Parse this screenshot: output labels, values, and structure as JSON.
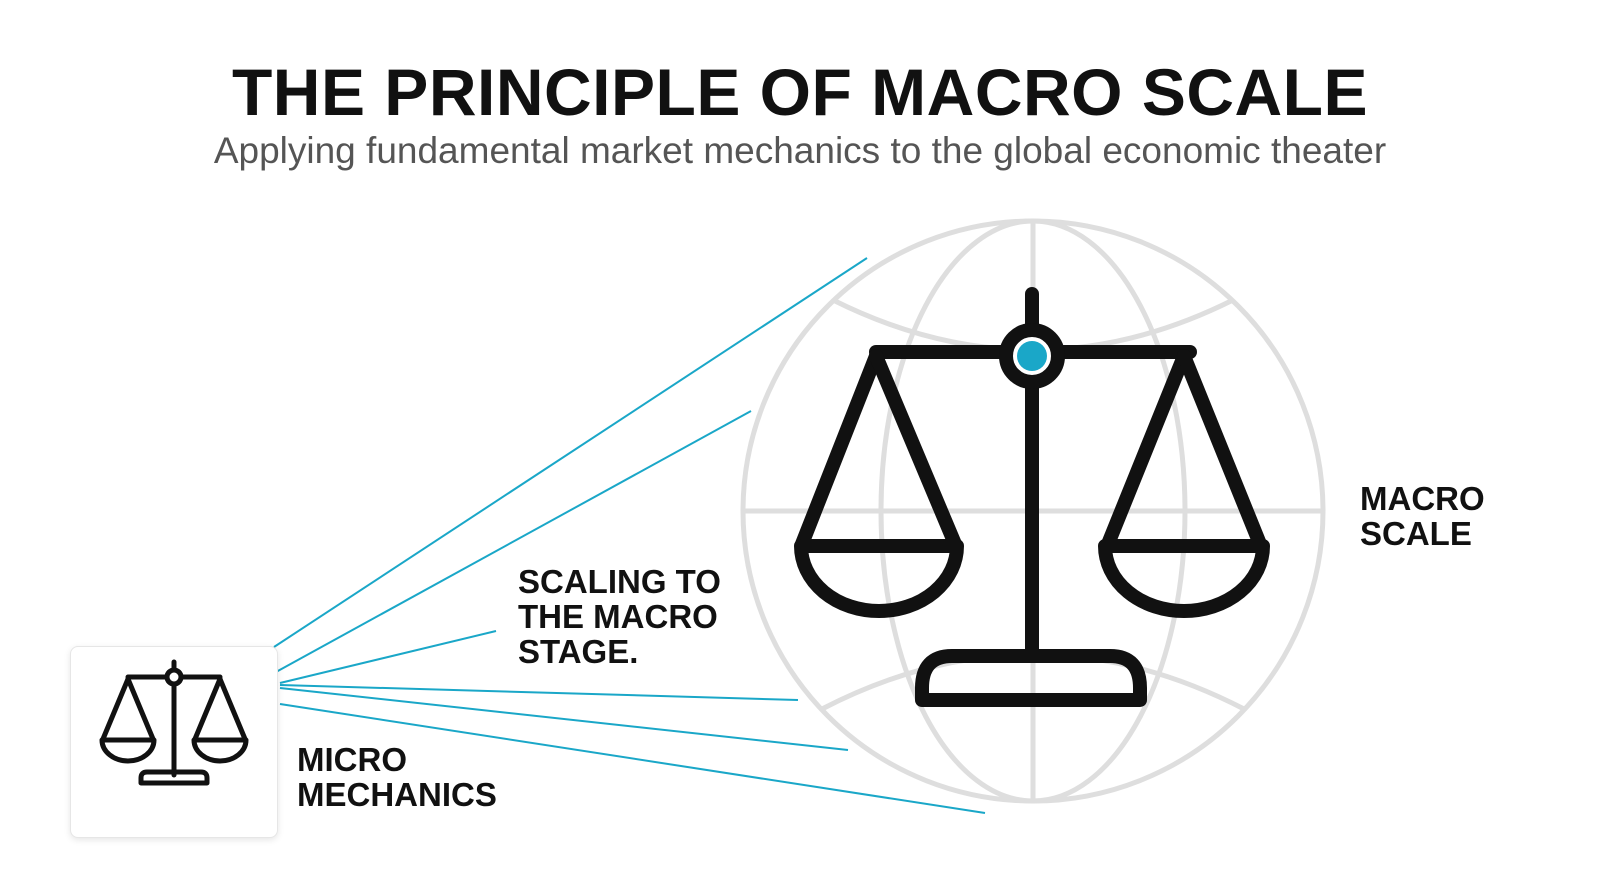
{
  "header": {
    "title": "THE PRINCIPLE OF MACRO SCALE",
    "subtitle": "Applying fundamental market mechanics to the global economic theater"
  },
  "labels": {
    "scaling": [
      "SCALING TO",
      "THE MACRO",
      "STAGE."
    ],
    "macro": [
      "MACRO",
      "SCALE"
    ],
    "micro": [
      "MICRO",
      "MECHANICS"
    ]
  },
  "icons": {
    "large": "balance-scale-icon",
    "small": "balance-scale-icon",
    "background": "globe-icon"
  },
  "colors": {
    "accent": "#1AA7C8",
    "ink": "#111111",
    "globe": "#DEDEDE",
    "subtitle": "#555555"
  }
}
